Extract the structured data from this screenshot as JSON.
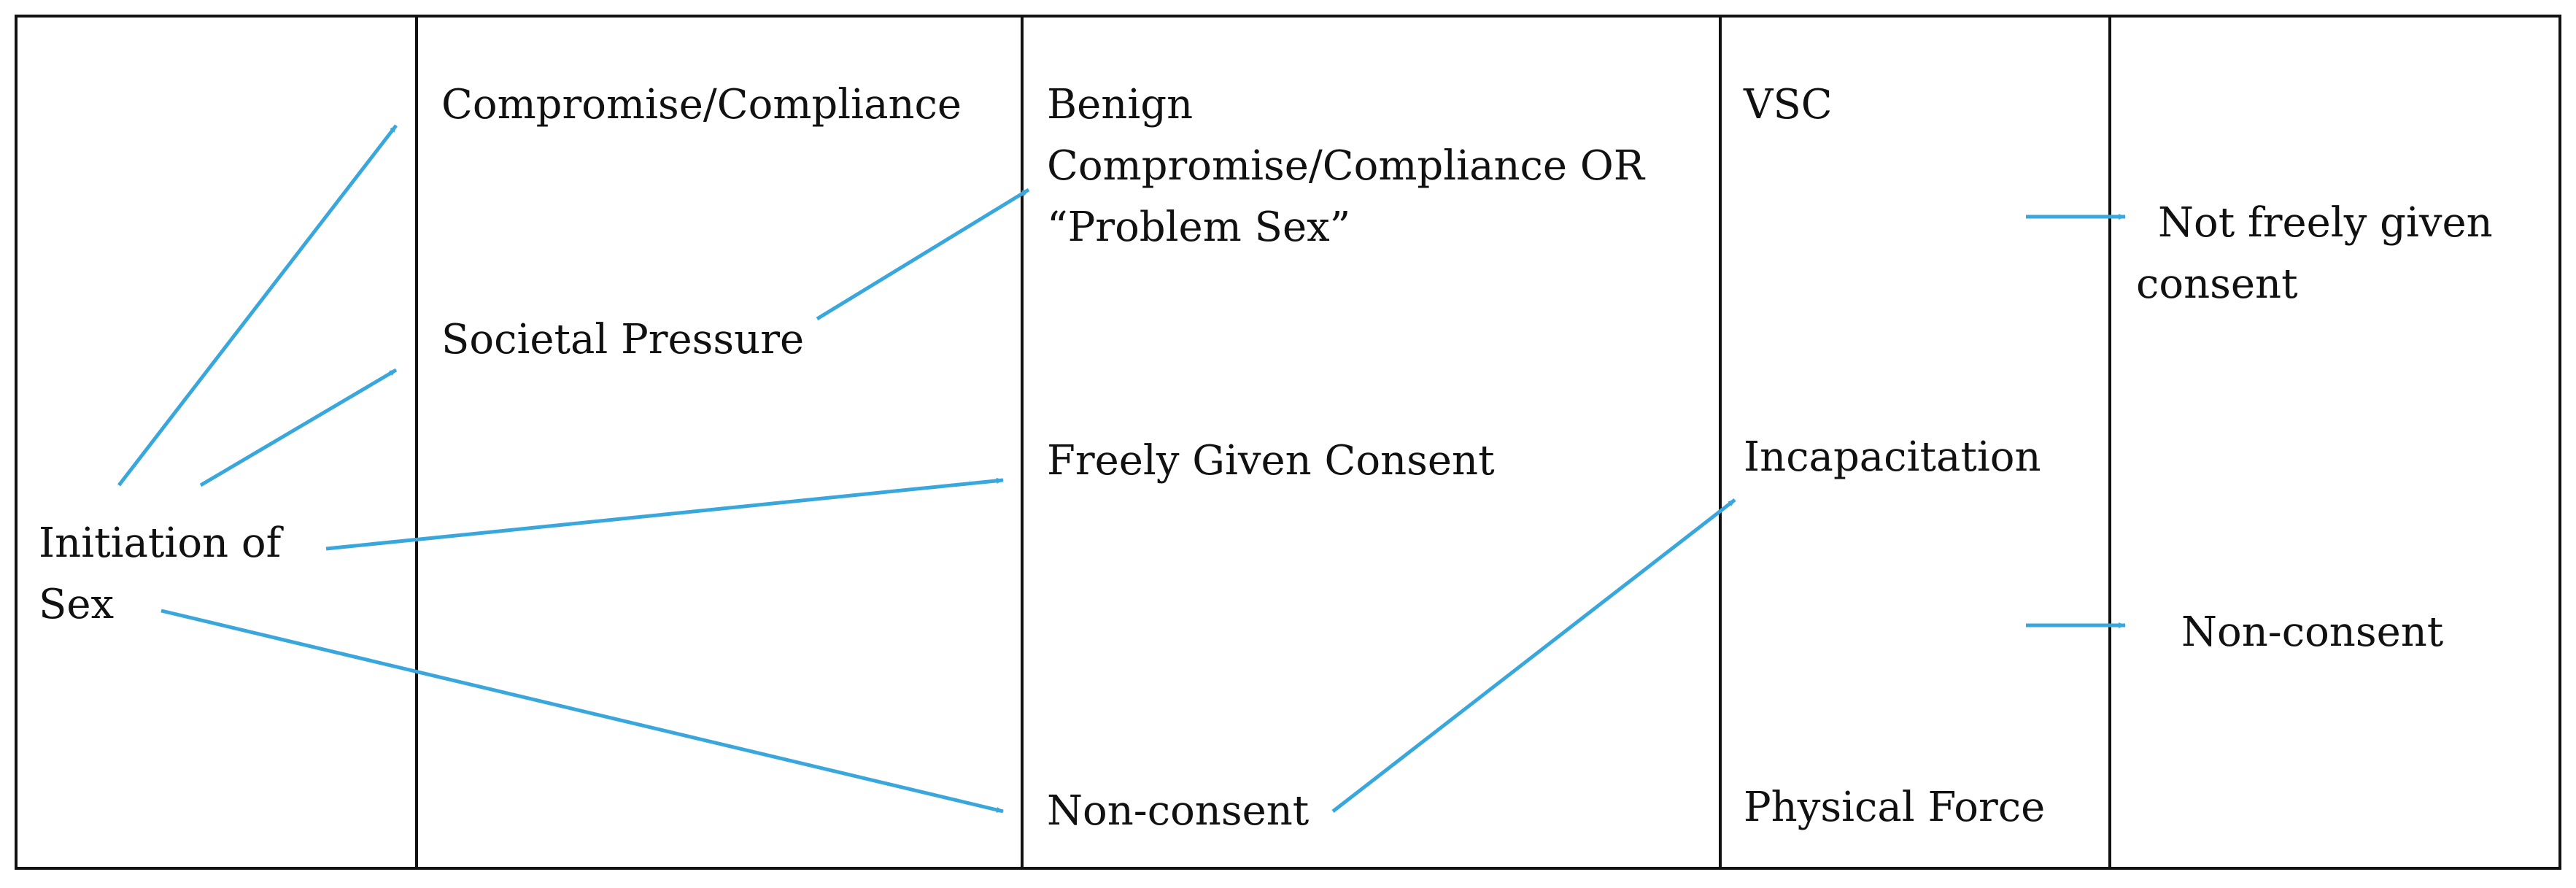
{
  "colors": {
    "arrow": "#3aa7dc",
    "border": "#111111",
    "text": "#111111",
    "background": "#ffffff"
  },
  "columns": {
    "col1": {
      "lines": [
        "Initiation of",
        "Sex"
      ]
    },
    "col2": {
      "compromise": "Compromise/Compliance",
      "societal": "Societal Pressure"
    },
    "col3": {
      "benign_lines": [
        "Benign",
        "Compromise/Compliance OR",
        "“Problem Sex”"
      ],
      "freely": "Freely Given Consent",
      "nonconsent": "Non-consent"
    },
    "col4": {
      "vsc": "VSC",
      "incapacitation": "Incapacitation",
      "physical": "Physical Force"
    },
    "col5": {
      "not_freely_lines": [
        "Not freely given",
        "consent"
      ],
      "nonconsent": "Non-consent"
    }
  },
  "arrows": [
    {
      "from": "col1.initiation",
      "to": "col2.compromise"
    },
    {
      "from": "col1.initiation",
      "to": "col2.societal"
    },
    {
      "from": "col1.initiation",
      "to": "col3.freely"
    },
    {
      "from": "col1.initiation",
      "to": "col3.nonconsent"
    },
    {
      "from": "col2.societal",
      "to": "col3.benign"
    },
    {
      "from": "col3.nonconsent",
      "to": "col4.incapacitation"
    },
    {
      "from": "col4",
      "to": "col5.not_freely"
    },
    {
      "from": "col4",
      "to": "col5.nonconsent"
    }
  ]
}
